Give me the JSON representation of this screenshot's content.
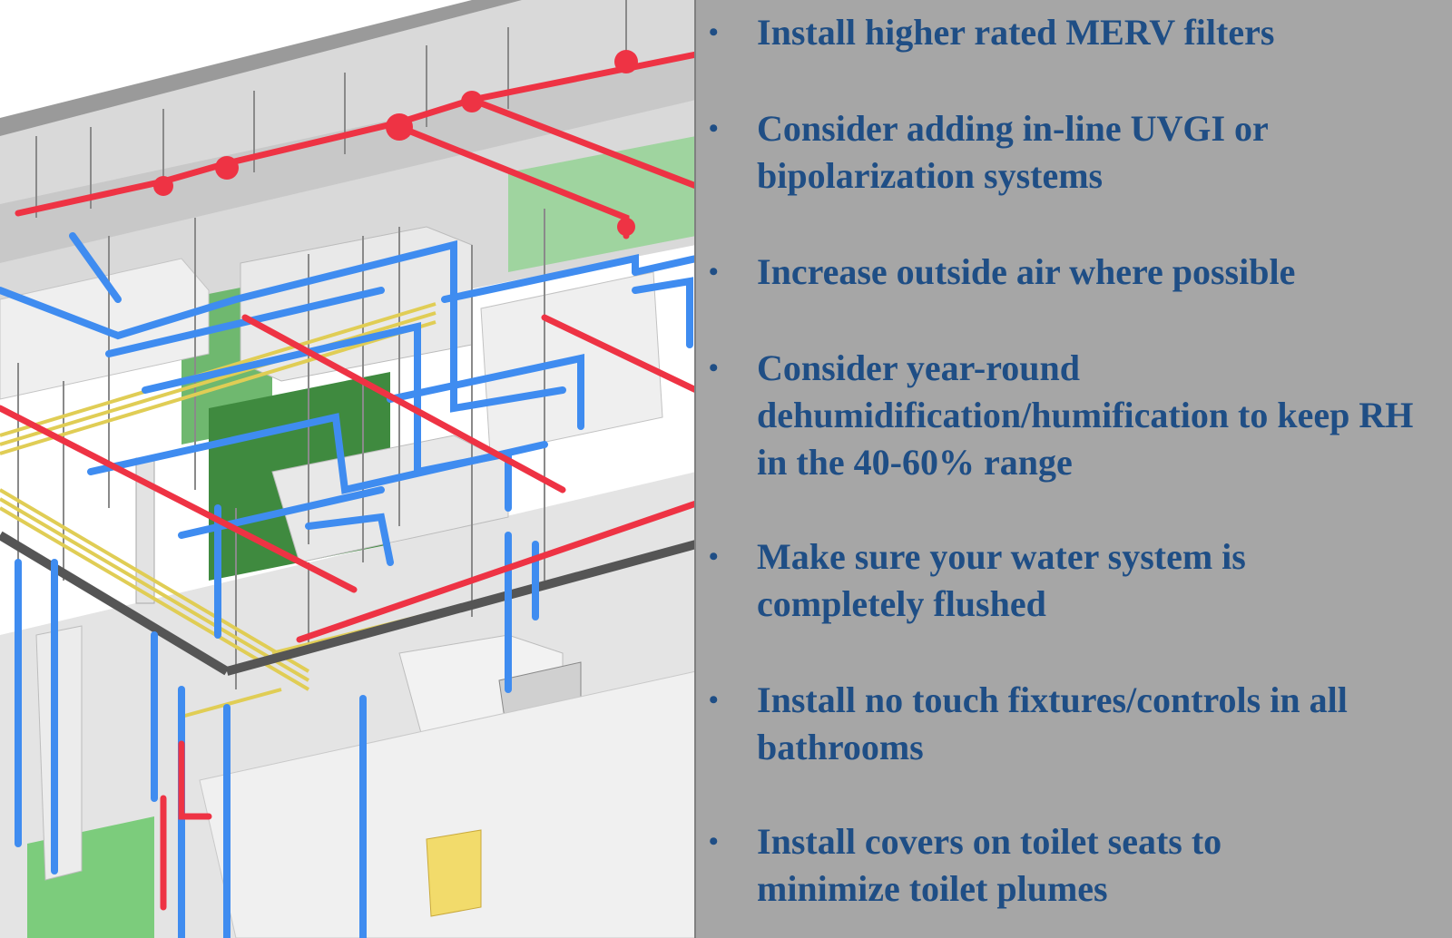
{
  "colors": {
    "panel_background": "#a6a6a6",
    "bullet_text": "#1f4e85",
    "fire_pipe": "#ee3344",
    "water_pipe": "#3f8cf0",
    "cable_tray": "#e8d870",
    "equipment": "#66bb66",
    "duct": "#e6e6e6"
  },
  "illustration": {
    "subject": "3D MEP building services model (ductwork, sprinkler piping, water piping, cable trays)"
  },
  "bullets": [
    {
      "symbol": "•",
      "text": "Install higher rated MERV filters"
    },
    {
      "symbol": "•",
      "text": "Consider adding in-line UVGI or bipolarization systems"
    },
    {
      "symbol": "•",
      "text": "Increase outside air where possible"
    },
    {
      "symbol": "•",
      "text": "Consider year-round dehumidification/humification to keep RH in the 40-60% range"
    },
    {
      "symbol": "•",
      "text": "Make sure your water system is completely flushed"
    },
    {
      "symbol": "•",
      "text": "Install no touch fixtures/controls in all bathrooms"
    },
    {
      "symbol": "•",
      "text": "Install covers on toilet seats to minimize toilet plumes"
    }
  ]
}
